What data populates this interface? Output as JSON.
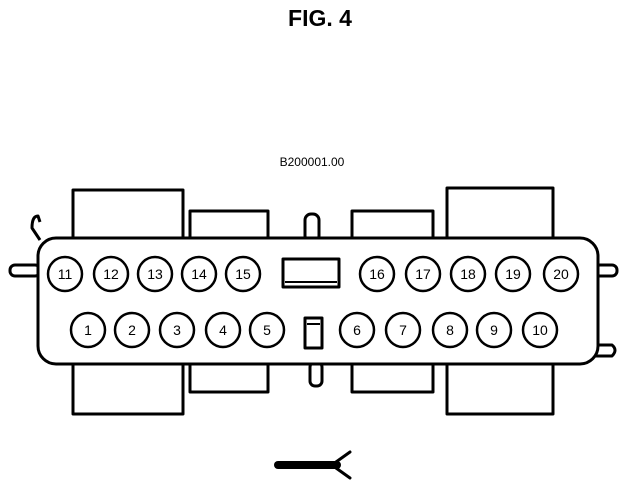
{
  "figure": {
    "title": "FIG. 4",
    "code": "B200001.00"
  },
  "connector": {
    "top_row": [
      "11",
      "12",
      "13",
      "14",
      "15",
      "16",
      "17",
      "18",
      "19",
      "20"
    ],
    "bottom_row": [
      "1",
      "2",
      "3",
      "4",
      "5",
      "6",
      "7",
      "8",
      "9",
      "10"
    ]
  },
  "colors": {
    "ink": "#000000",
    "paper": "#ffffff"
  },
  "icons": {
    "wire": "wire-harness-icon"
  }
}
